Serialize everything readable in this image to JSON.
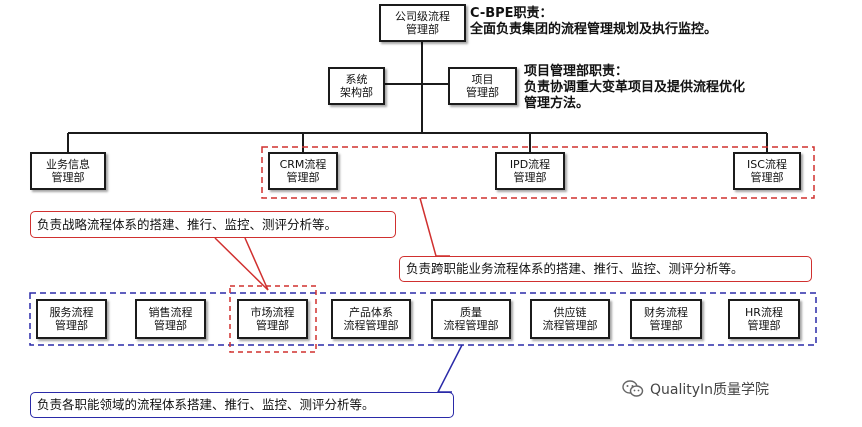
{
  "top": {
    "label": "公司级流程\n管理部",
    "note": "C-BPE职责：\n全面负责集团的流程管理规划及执行监控。"
  },
  "staff": {
    "system_dept": "系统\n架构部",
    "project_dept": "项目\n管理部",
    "project_note": "项目管理部职责：\n负责协调重大变革项目及提供流程优化\n管理方法。"
  },
  "level2": {
    "business_info": "业务信息\n管理部",
    "crm": "CRM流程\n管理部",
    "ipd": "IPD流程\n管理部",
    "isc": "ISC流程\n管理部"
  },
  "level3": {
    "service": "服务流程\n管理部",
    "sales": "销售流程\n管理部",
    "market": "市场流程\n管理部",
    "product": "产品体系\n流程管理部",
    "quality": "质量\n流程管理部",
    "supply": "供应链\n流程管理部",
    "finance": "财务流程\n管理部",
    "hr": "HR流程\n管理部"
  },
  "callouts": {
    "strategy": "负责战略流程体系的搭建、推行、监控、测评分析等。",
    "cross": "负责跨职能业务流程体系的搭建、推行、监控、测评分析等。",
    "functional": "负责各职能领域的流程体系搭建、推行、监控、测评分析等。"
  },
  "watermark": {
    "icon": "wechat-icon",
    "text": "QualityIn质量学院"
  },
  "colors": {
    "red": "#d0302f",
    "blue": "#2a2aa8",
    "line": "#1b1b1b"
  }
}
